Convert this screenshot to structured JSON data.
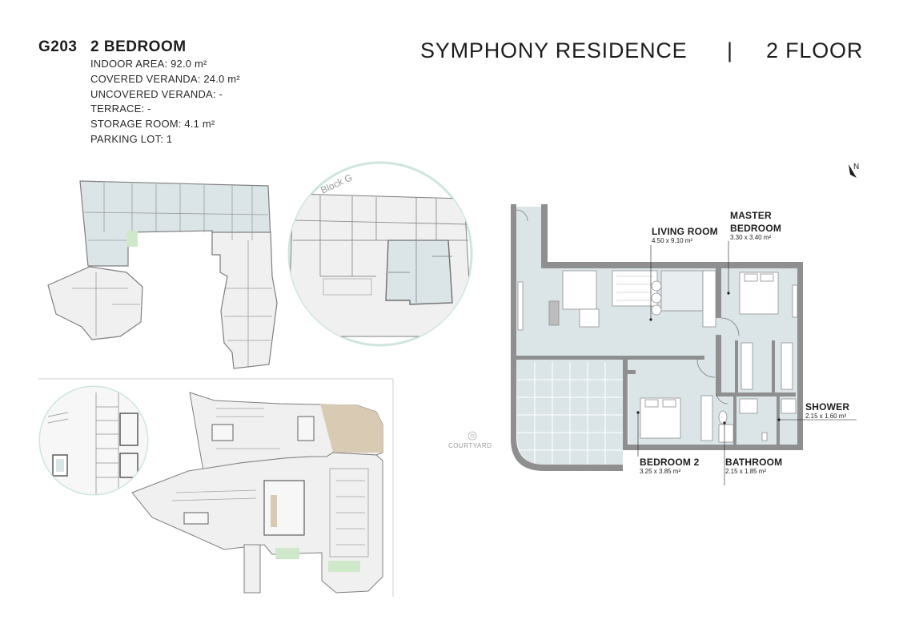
{
  "unit": {
    "code": "G203",
    "type": "2 BEDROOM",
    "areas": [
      "INDOOR AREA: 92.0 m²",
      "COVERED VERANDA: 24.0 m²",
      "UNCOVERED VERANDA: -",
      "TERRACE: -",
      "STORAGE ROOM: 4.1 m²",
      "PARKING LOT: 1"
    ]
  },
  "header": {
    "project": "SYMPHONY RESIDENCE",
    "separator": "|",
    "floor": "2 FLOOR"
  },
  "key_plan": {
    "block_label": "Block G"
  },
  "compass": {
    "label": "N"
  },
  "courtyard": {
    "label": "COURTYARD"
  },
  "rooms": {
    "living": {
      "name": "LIVING ROOM",
      "dims": "4.50 x 9.10 m²"
    },
    "master": {
      "name_line1": "MASTER",
      "name_line2": "BEDROOM",
      "dims": "3.30 x 3.40 m²"
    },
    "shower": {
      "name": "SHOWER",
      "dims": "2.15 x 1.60 m²"
    },
    "bedroom2": {
      "name": "BEDROOM 2",
      "dims": "3.25 x 3.85 m²"
    },
    "bathroom": {
      "name": "BATHROOM",
      "dims": "2.15 x 1.85 m²"
    }
  },
  "colors": {
    "highlight_fill": "#dbe5e7",
    "ring_stroke": "#cfe5df",
    "wall": "#8f8f8f",
    "context_fill": "#f0f0f0",
    "landscape": "#d9cbb3"
  }
}
